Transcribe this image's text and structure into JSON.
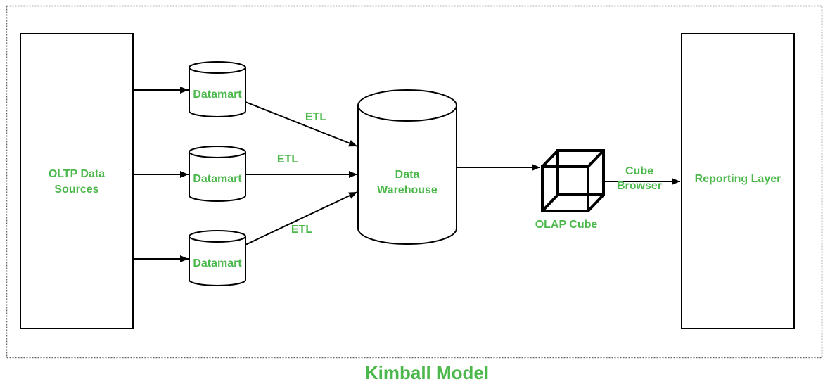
{
  "diagram": {
    "title": "Kimball Model",
    "accent_color": "#4CB84C",
    "line_color": "#000000",
    "nodes": {
      "oltp_sources": {
        "line1": "OLTP Data",
        "line2": "Sources"
      },
      "datamarts": [
        {
          "label": "Datamart"
        },
        {
          "label": "Datamart"
        },
        {
          "label": "Datamart"
        }
      ],
      "data_warehouse": {
        "line1": "Data",
        "line2": "Warehouse"
      },
      "olap_cube": {
        "label": "OLAP Cube"
      },
      "reporting_layer": {
        "label": "Reporting Layer"
      }
    },
    "edges": {
      "etl_labels": [
        "ETL",
        "ETL",
        "ETL"
      ],
      "cube_browser": {
        "line1": "Cube",
        "line2": "Browser"
      }
    }
  }
}
